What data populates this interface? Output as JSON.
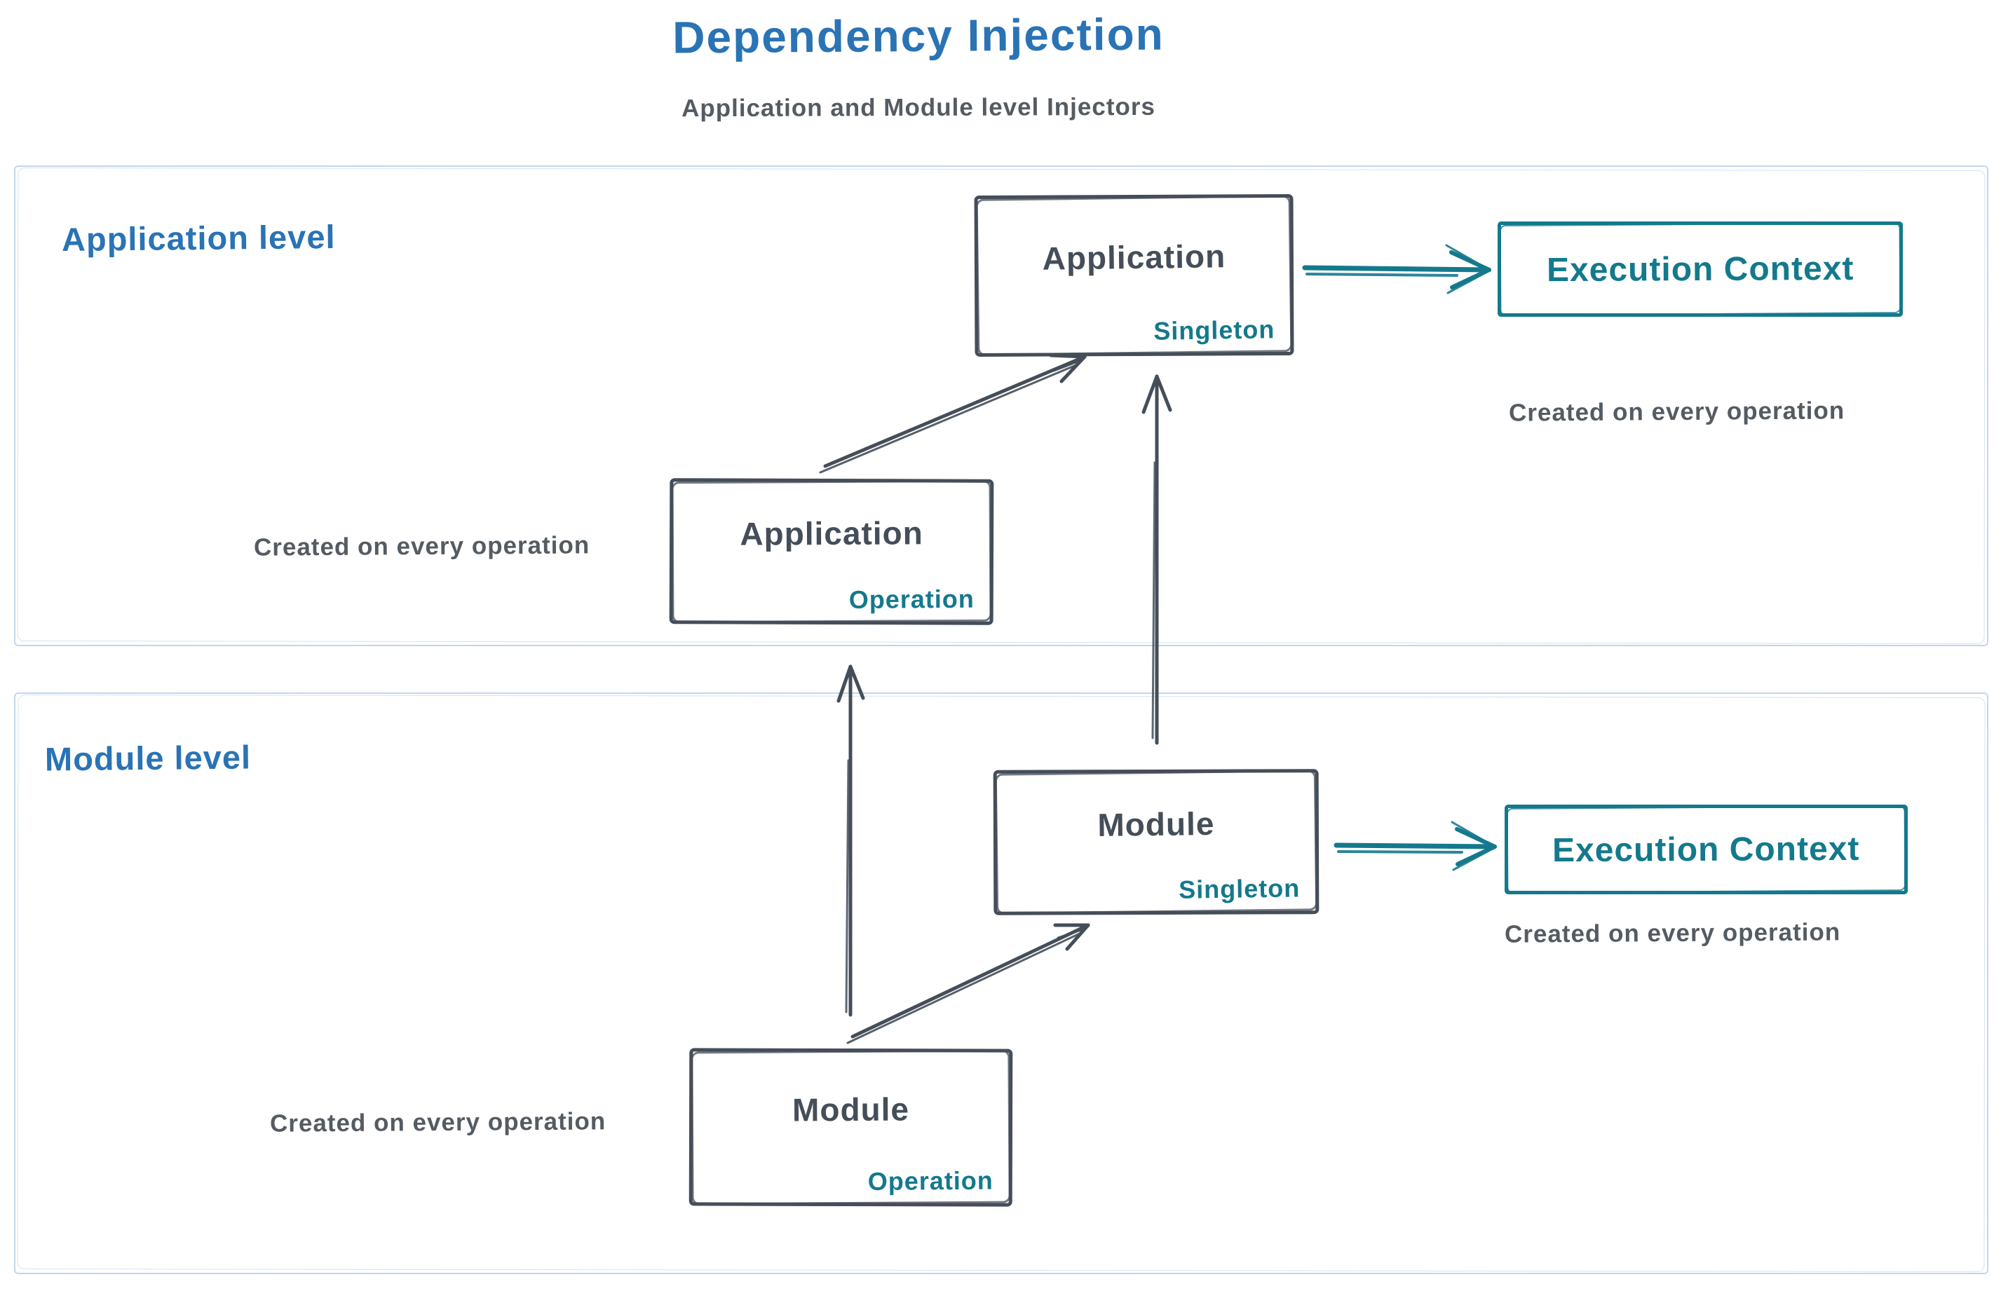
{
  "title": "Dependency Injection",
  "subtitle": "Application and Module level Injectors",
  "colors": {
    "blue": "#2a73b5",
    "ink": "#454e58",
    "teal": "#14798c",
    "panel": "#c2d6ec",
    "gray": "#555b62"
  },
  "panels": {
    "application": {
      "label": "Application level"
    },
    "module": {
      "label": "Module level"
    }
  },
  "boxes": {
    "app_singleton": {
      "main": "Application",
      "sub": "Singleton"
    },
    "app_operation": {
      "main": "Application",
      "sub": "Operation"
    },
    "module_singleton": {
      "main": "Module",
      "sub": "Singleton"
    },
    "module_operation": {
      "main": "Module",
      "sub": "Operation"
    },
    "exec_context_app": {
      "label": "Execution Context"
    },
    "exec_context_module": {
      "label": "Execution Context"
    }
  },
  "captions": {
    "exec_app": "Created on every operation",
    "app_operation": "Created on every operation",
    "exec_module": "Created on every operation",
    "module_operation": "Created on every operation"
  },
  "arrows": [
    {
      "name": "app-operation-to-app-singleton"
    },
    {
      "name": "module-singleton-to-app-singleton"
    },
    {
      "name": "module-operation-to-app-operation"
    },
    {
      "name": "module-operation-to-module-singleton"
    },
    {
      "name": "app-singleton-to-execution-context"
    },
    {
      "name": "module-singleton-to-execution-context"
    }
  ]
}
